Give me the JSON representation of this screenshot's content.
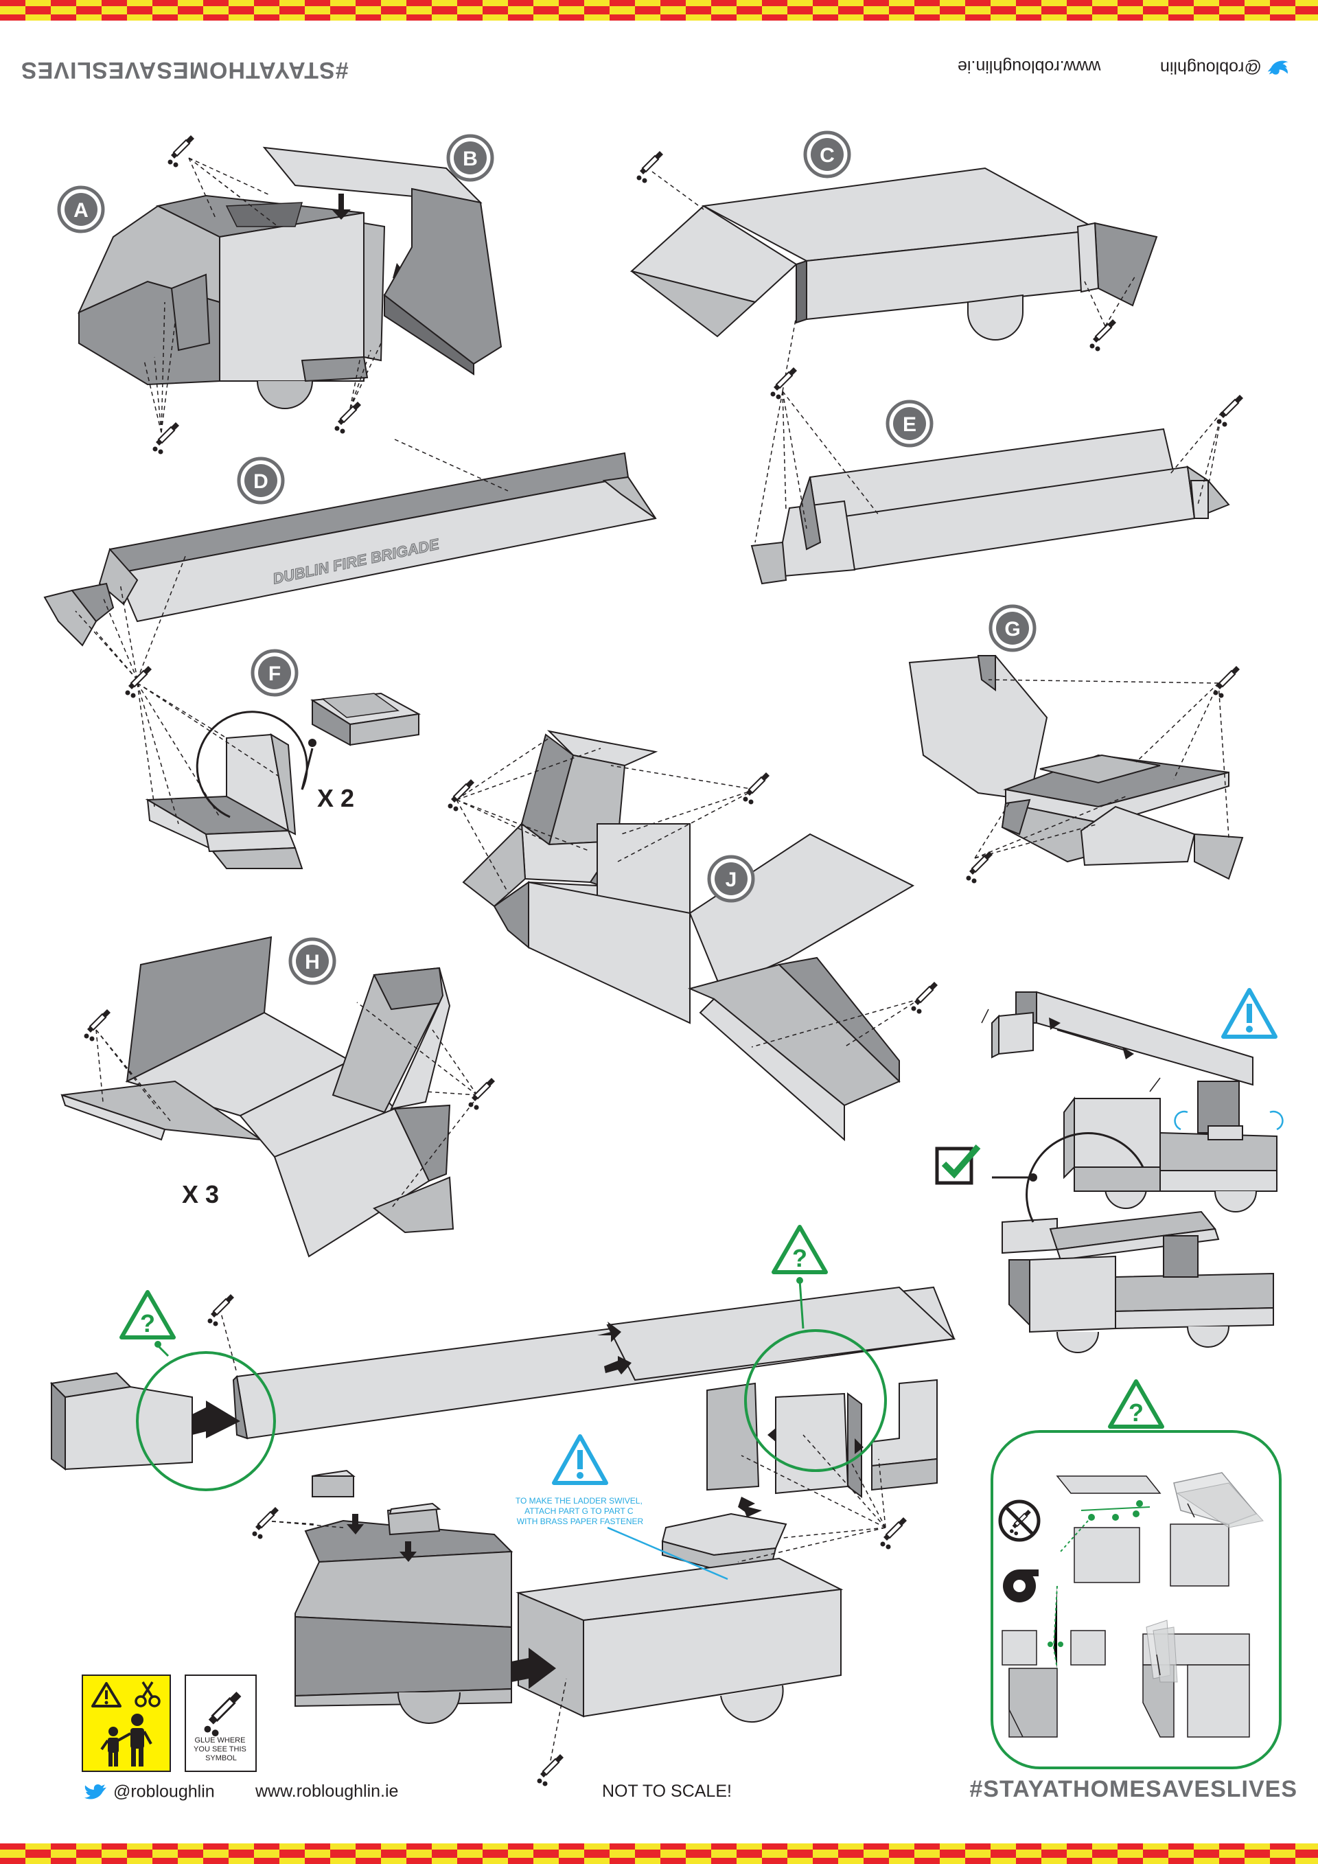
{
  "header": {
    "hashtag": "#STAYATHOMESAVESLIVES",
    "website": "www.robloughlin.ie",
    "handle": "@robloughlin"
  },
  "parts": [
    "A",
    "B",
    "C",
    "D",
    "E",
    "F",
    "G",
    "H",
    "J"
  ],
  "multipliers": {
    "f": "X 2",
    "h": "X 3"
  },
  "truck_side_text": "DUBLIN FIRE BRIGADE",
  "swivel_note": [
    "TO MAKE THE LADDER SWIVEL,",
    "ATTACH PART G TO PART C",
    "WITH BRASS PAPER FASTENER"
  ],
  "glue_legend": [
    "GLUE WHERE",
    "YOU SEE THIS",
    "SYMBOL"
  ],
  "footer": {
    "handle": "@robloughlin",
    "website": "www.robloughlin.ie",
    "scale_note": "NOT TO SCALE!",
    "hashtag": "#STAYATHOMESAVESLIVES"
  },
  "colors": {
    "stripe_red": "#e8242a",
    "stripe_yellow": "#f5e629",
    "paper_light": "#dcdddf",
    "paper_mid": "#bcbec0",
    "paper_dark": "#939598",
    "outline": "#231f20",
    "warning_blue": "#27aae1",
    "hint_green": "#1f9a48",
    "safety_yellow": "#fff200",
    "twitter_blue": "#1da1f2"
  },
  "icons": [
    "glue-bottle-icon",
    "warning-icon",
    "question-icon",
    "checkmark-icon",
    "scissors-icon",
    "adult-child-icon",
    "tape-roll-icon",
    "no-glue-icon",
    "twitter-bird-icon"
  ]
}
